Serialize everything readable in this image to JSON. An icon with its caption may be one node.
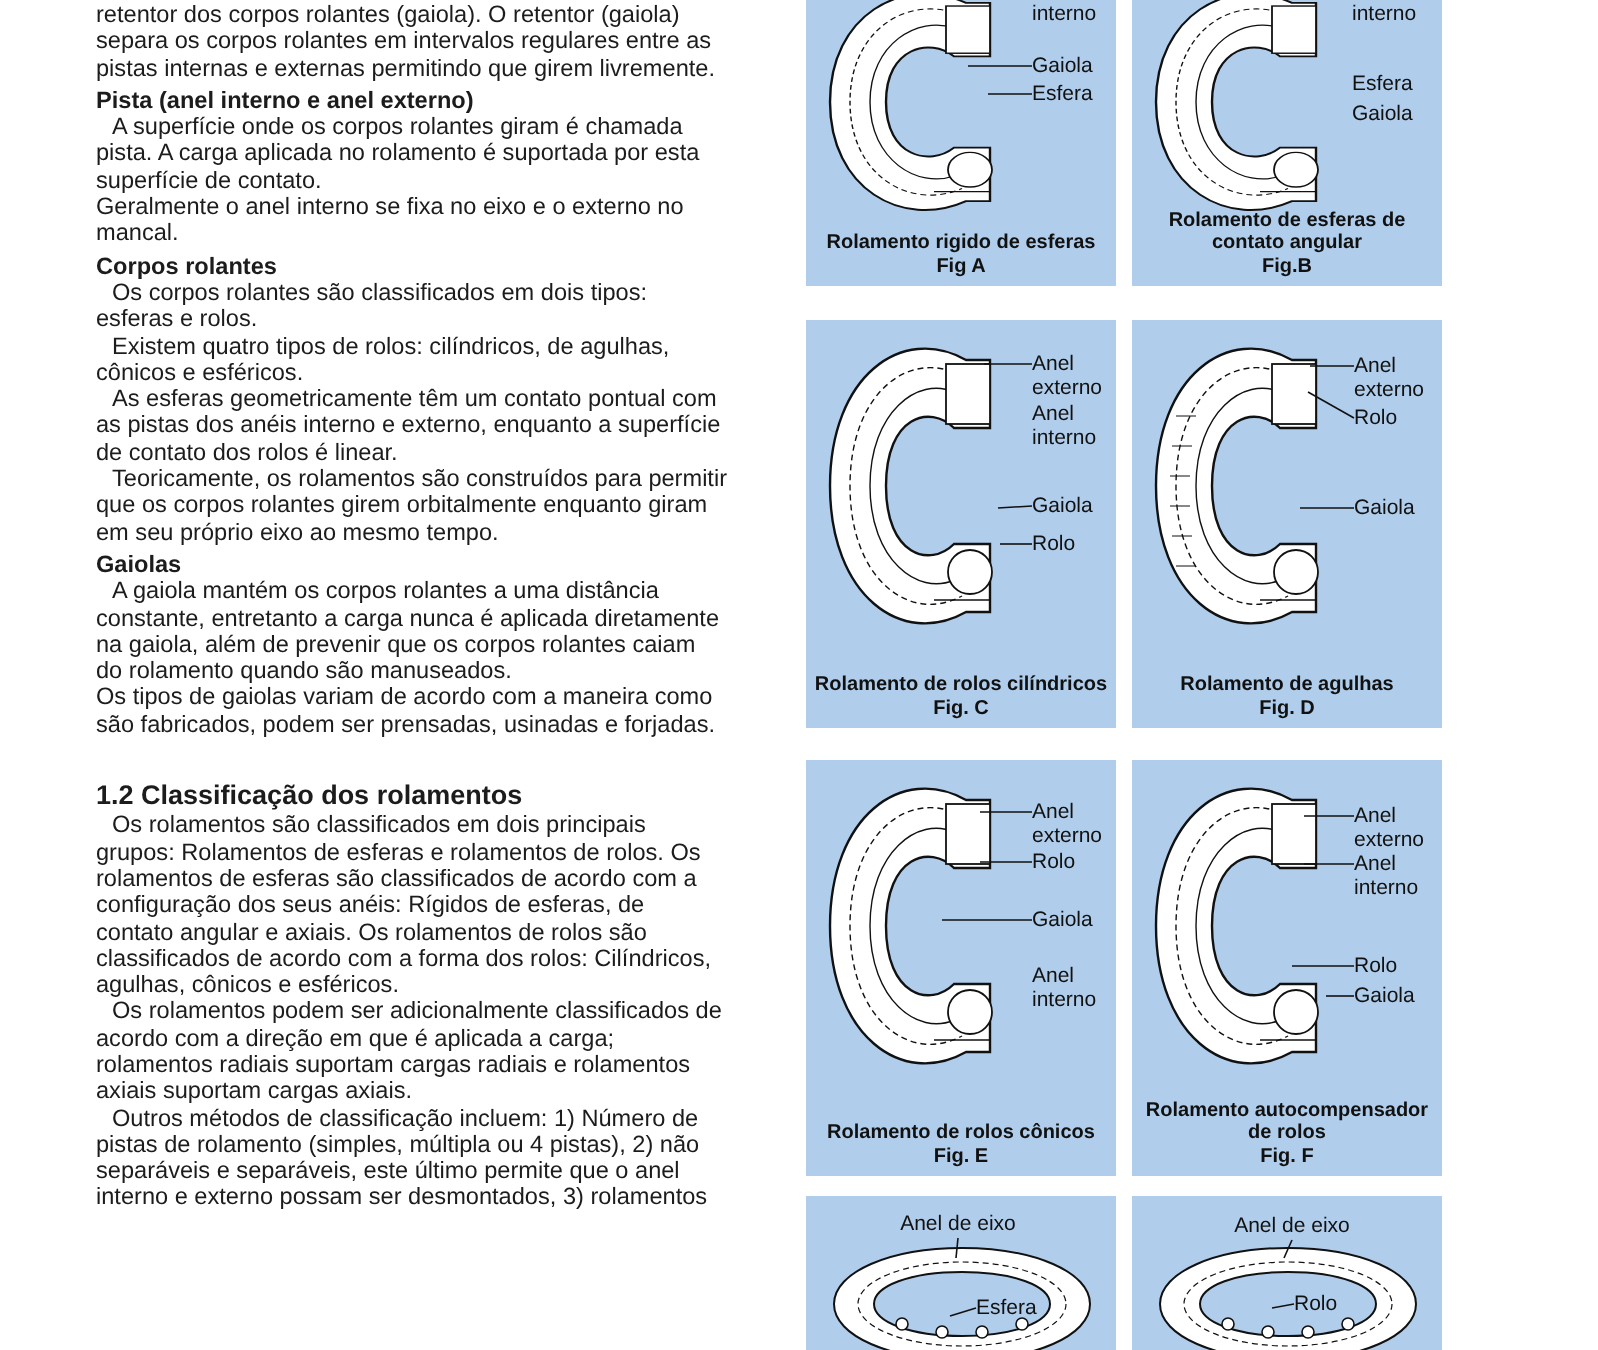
{
  "diagram": {
    "nodes": [
      {
        "text": [
          "Rolamento rigido de esferas",
          "Fig A"
        ]
      },
      {
        "text": [
          "interno"
        ],
        "in": 0
      },
      {
        "text": [
          "Gaiola"
        ],
        "in": 0
      },
      {
        "text": [
          "Esfera"
        ],
        "in": 0
      },
      {
        "text": [
          "Rolamento de esferas de contato angular",
          "Fig.B"
        ]
      },
      {
        "text": [
          "interno"
        ],
        "in": 4
      },
      {
        "text": [
          "Esfera"
        ],
        "in": 4
      },
      {
        "text": [
          "Gaiola"
        ],
        "in": 4
      },
      {
        "text": [
          "Rolamento de rolos cilíndricos",
          "Fig. C"
        ]
      },
      {
        "text": [
          "Anel externo"
        ],
        "in": 8
      },
      {
        "text": [
          "Anel interno"
        ],
        "in": 8
      },
      {
        "text": [
          "Gaiola"
        ],
        "in": 8
      },
      {
        "text": [
          "Rolo"
        ],
        "in": 8
      },
      {
        "text": [
          "Rolamento de agulhas",
          "Fig. D"
        ]
      },
      {
        "text": [
          "Anel externo"
        ],
        "in": 13
      },
      {
        "text": [
          "Rolo"
        ],
        "in": 13
      },
      {
        "text": [
          "Gaiola"
        ],
        "in": 13
      },
      {
        "text": [
          "Rolamento de rolos cônicos",
          "Fig. E"
        ]
      },
      {
        "text": [
          "Anel externo"
        ],
        "in": 17
      },
      {
        "text": [
          "Rolo"
        ],
        "in": 17
      },
      {
        "text": [
          "Gaiola"
        ],
        "in": 17
      },
      {
        "text": [
          "Anel interno"
        ],
        "in": 17
      },
      {
        "text": [
          "Rolamento autocompensador de rolos",
          "Fig. F"
        ]
      },
      {
        "text": [
          "Anel externo"
        ],
        "in": 22
      },
      {
        "text": [
          "Anel interno"
        ],
        "in": 22
      },
      {
        "text": [
          "Rolo"
        ],
        "in": 22
      },
      {
        "text": [
          "Gaiola"
        ],
        "in": 22
      },
      {
        "text": [],
        "shape": "box"
      },
      {
        "text": [
          "Anel de eixo"
        ],
        "in": 27
      },
      {
        "text": [
          "Esfera"
        ],
        "in": 27
      },
      {
        "text": [],
        "shape": "box"
      },
      {
        "text": [
          "Anel de eixo"
        ],
        "in": 30
      },
      {
        "text": [
          "Rolo"
        ],
        "in": 30
      }
    ],
    "edges": [
      {
        "from": 2,
        "to": null,
        "arrow": "none"
      },
      {
        "from": 3,
        "to": null,
        "arrow": "none"
      },
      {
        "from": 9,
        "to": null,
        "arrow": "none"
      },
      {
        "from": 11,
        "to": null,
        "arrow": "none"
      },
      {
        "from": 12,
        "to": null,
        "arrow": "none"
      },
      {
        "from": 14,
        "to": null,
        "arrow": "none"
      },
      {
        "from": 15,
        "to": null,
        "arrow": "none"
      },
      {
        "from": 16,
        "to": null,
        "arrow": "none"
      },
      {
        "from": 18,
        "to": null,
        "arrow": "none"
      },
      {
        "from": 19,
        "to": null,
        "arrow": "none"
      },
      {
        "from": 20,
        "to": null,
        "arrow": "none"
      },
      {
        "from": 23,
        "to": null,
        "arrow": "none"
      },
      {
        "from": 24,
        "to": null,
        "arrow": "none"
      },
      {
        "from": 25,
        "to": null,
        "arrow": "none"
      },
      {
        "from": 26,
        "to": null,
        "arrow": "none"
      },
      {
        "from": 28,
        "to": null,
        "arrow": "none"
      },
      {
        "from": 29,
        "to": null,
        "arrow": "none"
      },
      {
        "from": 31,
        "to": null,
        "arrow": "none"
      },
      {
        "from": 32,
        "to": null,
        "arrow": "none"
      }
    ],
    "labels": [
      "retentor dos corpos rolantes (gaiola). O retentor (gaiola) separa os corpos rolantes em intervalos regulares entre as pistas internas e externas permitindo que girem livremente.",
      "Pista (anel interno e anel externo)",
      "A superfície onde os corpos rolantes giram é chamada pista. A carga aplicada no rolamento é suportada por esta superfície de contato.",
      "Geralmente o anel interno se fixa no eixo e o externo no mancal.",
      "Corpos rolantes",
      "Os corpos rolantes são classificados em dois tipos: esferas e rolos.",
      "Existem quatro tipos de rolos: cilíndricos, de agulhas, cônicos e esféricos.",
      "As esferas geometricamente têm um contato pontual com as pistas dos anéis interno e externo, enquanto a superfície de contato dos rolos é linear.",
      "Teoricamente, os rolamentos são construídos para permitir que os corpos rolantes girem orbitalmente enquanto giram em seu próprio eixo ao mesmo tempo.",
      "Gaiolas",
      "A gaiola mantém os corpos rolantes a uma distância constante, entretanto a carga nunca é aplicada diretamente na gaiola, além de prevenir que os corpos rolantes caiam do rolamento quando são manuseados.",
      "Os tipos de gaiolas variam de acordo com a maneira como são fabricados, podem ser prensadas, usinadas e forjadas.",
      "1.2 Classificação dos rolamentos",
      "Os rolamentos são classificados em dois principais grupos: Rolamentos de esferas e rolamentos de rolos. Os rolamentos de esferas são classificados de acordo com a configuração dos seus anéis: Rígidos de esferas, de contato angular e axiais. Os rolamentos de rolos são classificados de acordo com a forma dos rolos: Cilíndricos, agulhas, cônicos e esféricos.",
      "Os rolamentos podem ser adicionalmente classificados de acordo com a direção em que é aplicada a carga; rolamentos radiais suportam cargas radiais e rolamentos axiais suportam cargas axiais.",
      "Outros métodos de classificação incluem: 1) Número de pistas de rolamento (simples, múltipla ou 4 pistas), 2) não separáveis e separáveis, este último permite que o anel interno e externo possam ser desmontados, 3) rolamentos"
    ]
  }
}
